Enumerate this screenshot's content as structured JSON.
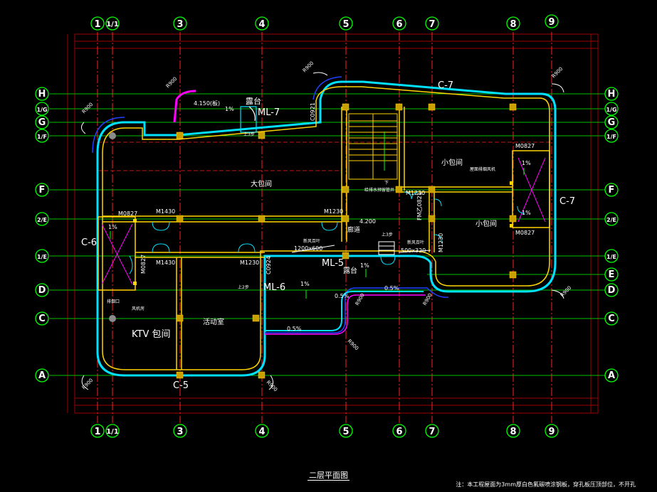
{
  "drawing": {
    "title": "二层平面图",
    "note": "注：本工程屋面为3mm厚白色氟碳喷涂钢板，穿孔板压顶部位，不开孔"
  },
  "axes": {
    "columns": [
      "1",
      "1/1",
      "3",
      "4",
      "5",
      "6",
      "7",
      "8",
      "9"
    ],
    "rows": [
      "H",
      "1/G",
      "G",
      "1/F",
      "F",
      "2/E",
      "1/E",
      "D",
      "C",
      "A"
    ],
    "rows_right": [
      "H",
      "1/G",
      "G",
      "1/F",
      "F",
      "2/E",
      "1/E",
      "E",
      "D",
      "C",
      "A"
    ]
  },
  "rooms": {
    "big_room": "大包间",
    "small_room_a": "小包间",
    "small_room_b": "小包间",
    "ktv": "KTV 包间",
    "activity": "活动室",
    "terrace_top": "露台",
    "terrace_mid": "露台",
    "corridor": "廊道"
  },
  "labels": {
    "c7_top": "C-7",
    "c7_right": "C-7",
    "c6": "C-6",
    "c5": "C-5",
    "ml7": "ML-7",
    "ml5": "ML-5",
    "ml6": "ML-6",
    "m1430_a": "M1430",
    "m1430_b": "M1430",
    "m1230_a": "M1230",
    "m1230_b": "M1230",
    "m1230_c": "M1230",
    "m1230_d": "M1230",
    "m0827_a": "M0827",
    "m0827_b": "M0827",
    "m0827_c": "M0827",
    "m0827_d": "M0827",
    "fm": "FM乙0821",
    "c0921_a": "C0921",
    "c0924": "C0924",
    "elev_top": "4.150(板)",
    "elev_mid": "4.200",
    "vent_a": "1200x600",
    "vent_b": "500x320",
    "vent_a_t": "新风百叶",
    "vent_b_t": "新风百叶",
    "slope_a": "1%",
    "slope_b": "1%",
    "slope_c": "1%",
    "slope_d": "0.5%",
    "slope_e": "0.5%",
    "slope_f": "0.5%",
    "slope_g": "1%",
    "slope_h": "1%",
    "slope_i": "1%",
    "step_a": "上3步",
    "step_b": "上3步",
    "step_c": "上2步",
    "r900": "R900",
    "pipe": "给排水预留管井",
    "equip": "屋面排烟风机",
    "stair_up": "下",
    "ktv_small": "排烟口",
    "ktv_small2": "风机房"
  },
  "colors": {
    "background": "#000000",
    "wall_cyan": "#00e0ff",
    "wall_yellow": "#ffd400",
    "axis_green": "#00ff00",
    "axis_red": "#ff2020",
    "magenta": "#ff00ff",
    "dim_red": "#c00000"
  }
}
